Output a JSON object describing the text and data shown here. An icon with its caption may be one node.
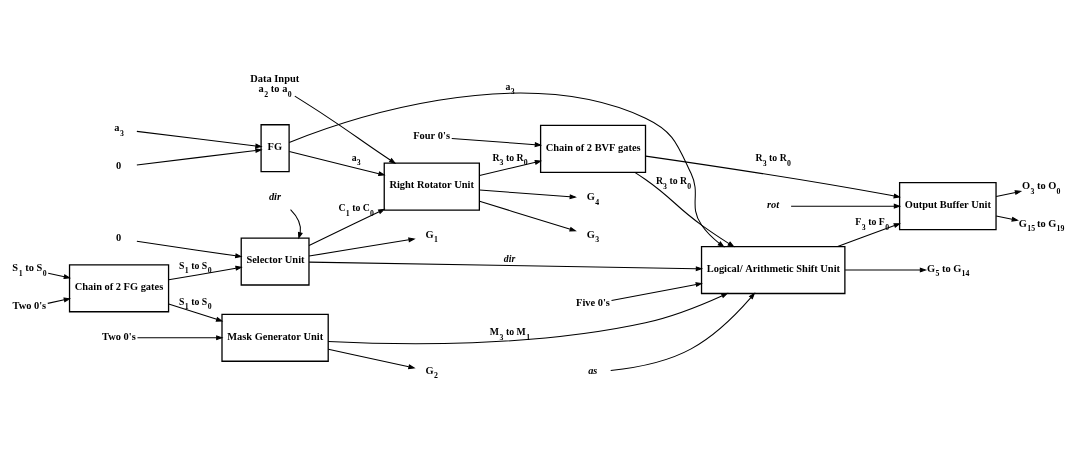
{
  "diagram": {
    "nodes": [
      {
        "text": [
          "Chain of 2 FG gates"
        ]
      },
      {
        "text": [
          "Selector Unit"
        ]
      },
      {
        "text": [
          "Mask Generator Unit"
        ]
      },
      {
        "text": [
          "Right Rotator Unit"
        ]
      },
      {
        "text": [
          "FG"
        ]
      },
      {
        "text": [
          "Chain of 2 BVF gates"
        ]
      },
      {
        "text": [
          "Logical/ Arithmetic Shift Unit"
        ]
      },
      {
        "text": [
          "Output Buffer Unit"
        ]
      },
      {
        "text": [
          "S$_{1}$ to S$_{0}$"
        ]
      },
      {
        "text": [
          "Two 0's"
        ]
      },
      {
        "text": [
          "dir"
        ]
      },
      {
        "text": [
          "0"
        ]
      },
      {
        "text": [
          "G$_{1}$"
        ]
      },
      {
        "text": [
          "Two 0's"
        ]
      },
      {
        "text": [
          "G$_{2}$"
        ]
      },
      {
        "text": [
          "Data Input",
          "a$_{2}$ to a$_{0}$"
        ]
      },
      {
        "text": [
          "G$_{3}$"
        ]
      },
      {
        "text": [
          "G$_{4}$"
        ]
      },
      {
        "text": [
          "a$_{3}$"
        ]
      },
      {
        "text": [
          "0"
        ]
      },
      {
        "text": [
          "Four 0's"
        ]
      },
      {
        "text": [
          "rot"
        ]
      },
      {
        "text": [
          "O$_{3}$ to O$_{0}$"
        ]
      },
      {
        "text": [
          "G$_{15}$ to G$_{19}$"
        ]
      },
      {
        "text": [
          "Five 0's"
        ]
      },
      {
        "text": [
          "G$_{5}$ to G$_{14}$"
        ]
      },
      {
        "text": [
          "as"
        ]
      }
    ],
    "edges": [
      {
        "from": 8,
        "to": 0,
        "arrow": "to"
      },
      {
        "from": 9,
        "to": 0,
        "arrow": "to"
      },
      {
        "from": 0,
        "to": 1,
        "arrow": "to",
        "label": "S$_{1}$ to S$_{0}$"
      },
      {
        "from": 0,
        "to": 2,
        "arrow": "to",
        "label": "S$_{1}$ to S$_{0}$"
      },
      {
        "from": 10,
        "to": 1,
        "arrow": "to"
      },
      {
        "from": 11,
        "to": 1,
        "arrow": "to"
      },
      {
        "from": 1,
        "to": 12,
        "arrow": "to"
      },
      {
        "from": 1,
        "to": 3,
        "arrow": "to",
        "label": "C$_{1}$ to C$_{0}$"
      },
      {
        "from": 1,
        "to": 6,
        "arrow": "to",
        "label": "dir"
      },
      {
        "from": 13,
        "to": 2,
        "arrow": "to"
      },
      {
        "from": 2,
        "to": 14,
        "arrow": "to"
      },
      {
        "from": 2,
        "to": 6,
        "arrow": "to",
        "label": "M$_{3}$ to M$_{1}$"
      },
      {
        "from": 15,
        "to": 3,
        "arrow": "to"
      },
      {
        "from": 3,
        "to": 16,
        "arrow": "to"
      },
      {
        "from": 3,
        "to": 17,
        "arrow": "to"
      },
      {
        "from": 3,
        "to": 5,
        "arrow": "to",
        "label": "R$_{3}$ to R$_{0}$"
      },
      {
        "from": 18,
        "to": 4,
        "arrow": "to"
      },
      {
        "from": 19,
        "to": 4,
        "arrow": "to"
      },
      {
        "from": 4,
        "to": 3,
        "arrow": "to",
        "label": "a$_{3}$"
      },
      {
        "from": 4,
        "to": 6,
        "arrow": "to",
        "label": "a$_{3}$"
      },
      {
        "from": 20,
        "to": 5,
        "arrow": "to"
      },
      {
        "from": 5,
        "to": 6,
        "arrow": "to",
        "label": "R$_{3}$ to R$_{0}$"
      },
      {
        "from": 5,
        "to": 7,
        "arrow": "to",
        "label": "R$_{3}$ to R$_{0}$"
      },
      {
        "from": 21,
        "to": 7,
        "arrow": "to"
      },
      {
        "from": 7,
        "to": 22,
        "arrow": "to"
      },
      {
        "from": 7,
        "to": 23,
        "arrow": "to"
      },
      {
        "from": 6,
        "to": 7,
        "arrow": "to",
        "label": "F$_{3}$ to F$_{0}$"
      },
      {
        "from": 24,
        "to": 6,
        "arrow": "to"
      },
      {
        "from": 6,
        "to": 25,
        "arrow": "to"
      },
      {
        "from": 26,
        "to": 6,
        "arrow": "to"
      }
    ]
  }
}
